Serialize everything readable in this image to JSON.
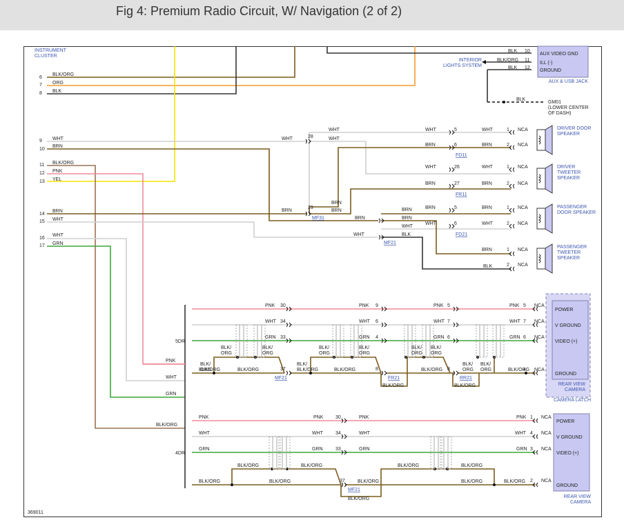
{
  "title": "Fig 4: Premium Radio Circuit, W/ Navigation (2 of 2)",
  "figure_id": "369011",
  "colors": {
    "WHT": "#cfcfcf",
    "BRN": "#7a5a1a",
    "BLK": "#333333",
    "PNK": "#f08a9a",
    "GRN": "#3aa63a",
    "ORG": "#f39a2a",
    "YEL": "#f5e400",
    "BLKORG": "#9a7050",
    "box": "#c8c8f2",
    "boxEdge": "#8080b0",
    "link": "#3a55b0"
  },
  "labels": {
    "instrument_cluster": "INSTRUMENT CLUSTER",
    "interior_lights": "INTERIOR LIGHTS SYSTEM",
    "aux_usb": "AUX & USB JACK",
    "aux_gnd": "AUX VIDEO GND",
    "ill": "ILL (-)",
    "ground": "GROUND",
    "gm01": "GM01",
    "gm01_note": "(LOWER CENTER OF DASH)",
    "driver_door": "DRIVER DOOR SPEAKER",
    "driver_tweeter": "DRIVER TWEETER SPEAKER",
    "pass_door": "PASSENGER DOOR SPEAKER",
    "pass_tweeter": "PASSENGER TWEETER SPEAKER",
    "power": "POWER",
    "vground": "V GROUND",
    "video": "VIDEO (+)",
    "rear_camera": "REAR VIEW CAMERA",
    "camera_latch": "CAMERA LATCH",
    "nca": "NCA",
    "five_dr": "5DR",
    "four_dr": "4DR",
    "mf21": "MF21",
    "mf31": "MF31",
    "fd11": "FD11",
    "fr11": "FR11",
    "fd21": "FD21",
    "fr21": "FR21",
    "rr21": "RR21"
  },
  "wires": {
    "WHT": "WHT",
    "BRN": "BRN",
    "BLK": "BLK",
    "PNK": "PNK",
    "GRN": "GRN",
    "ORG": "ORG",
    "YEL": "YEL",
    "BLKORG": "BLK/ORG",
    "BLKSLASH": "BLK/",
    "ORGSLASH": "ORG"
  },
  "pins": {
    "n1": "1",
    "n2": "2",
    "n3": "3",
    "n4": "4",
    "n5": "5",
    "n6": "6",
    "n7": "7",
    "n8": "8",
    "n9": "9",
    "n10": "10",
    "n11": "11",
    "n12": "12",
    "n13": "13",
    "n14": "14",
    "n15": "15",
    "n16": "16",
    "n17": "17",
    "n26": "26",
    "n27": "27",
    "n28": "28",
    "n29": "29",
    "n30": "30",
    "n33": "33",
    "n34": "34",
    "n37": "37"
  }
}
